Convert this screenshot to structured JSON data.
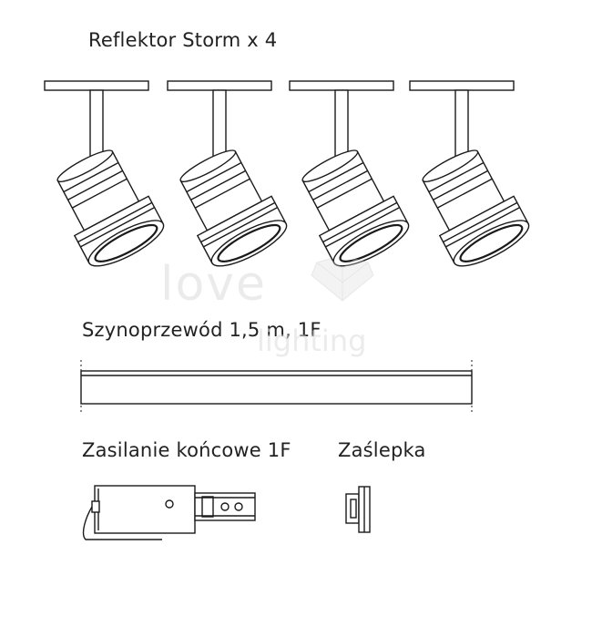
{
  "labels": {
    "spotlights": "Reflektor Storm x 4",
    "track": "Szynoprzewód 1,5 m, 1F",
    "end_feed": "Zasilanie końcowe 1F",
    "end_cap": "Zaślepka"
  },
  "watermark": {
    "brand_top": "love",
    "brand_bottom": "lighting"
  },
  "spotlight_count": 4,
  "colors": {
    "line": "#1a1a1a",
    "background": "#ffffff"
  }
}
